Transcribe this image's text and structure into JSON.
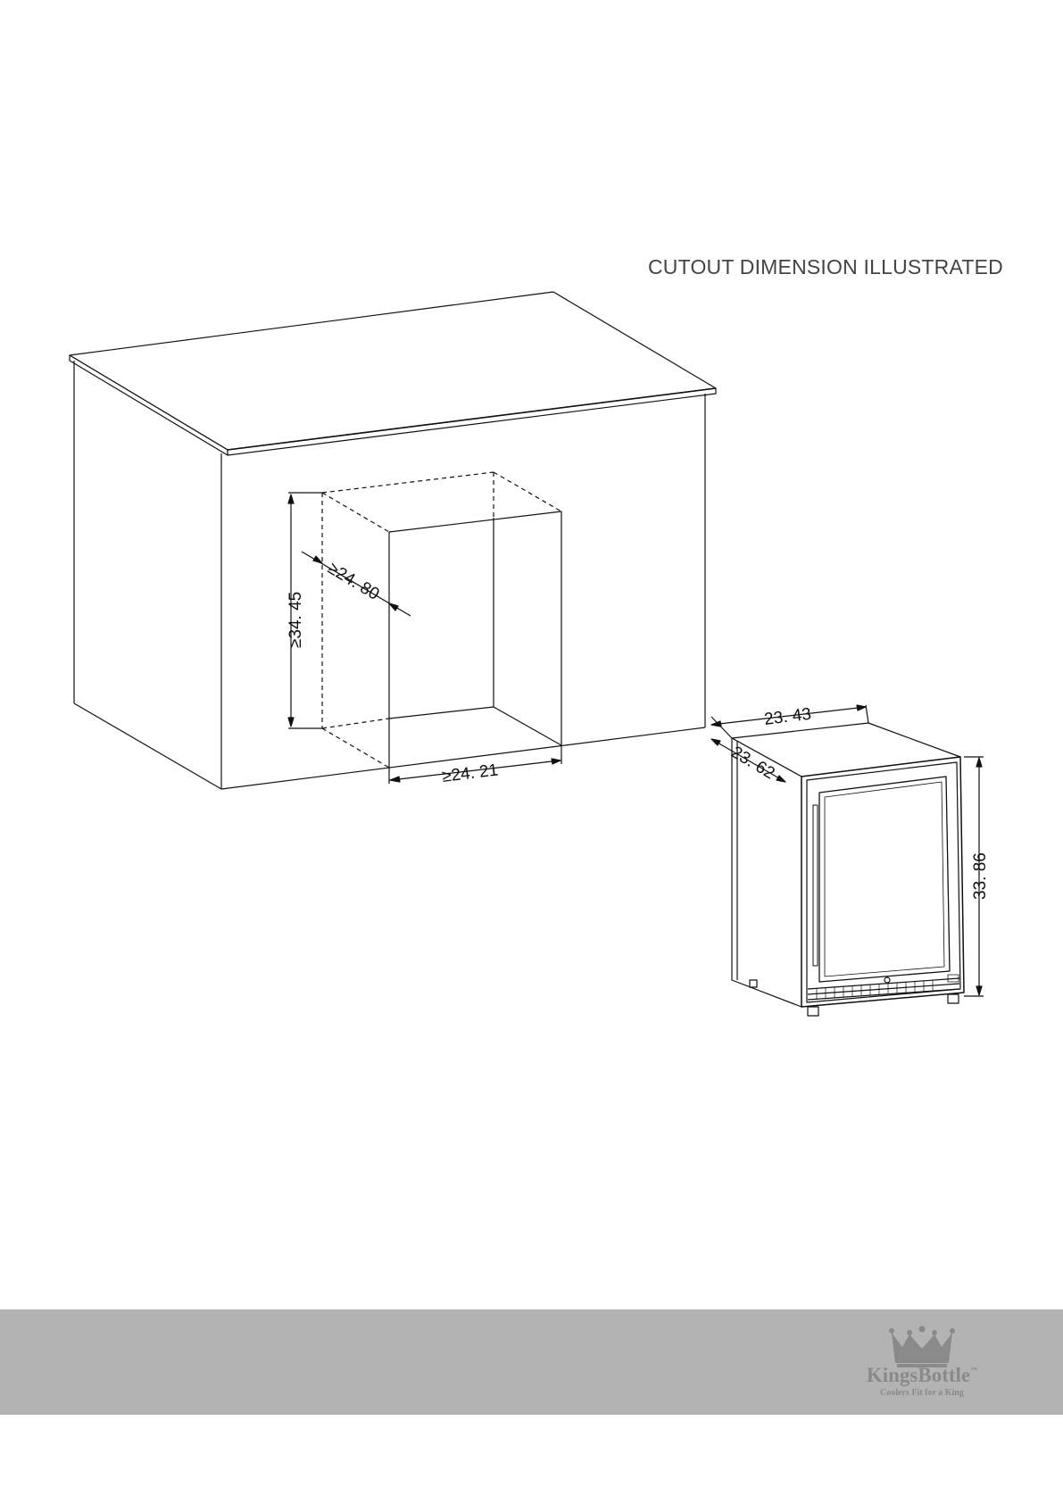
{
  "title": "CUTOUT DIMENSION ILLUSTRATED",
  "cutout": {
    "height_label": "≥34. 45",
    "depth_label": "≥24. 80",
    "width_label": "≥24. 21"
  },
  "appliance": {
    "width_label": "23. 43",
    "depth_label": "23. 62",
    "height_label": "33. 86"
  },
  "brand": {
    "name": "KingsBottle",
    "trademark": "™",
    "tagline": "Coolers Fit for a King"
  },
  "colors": {
    "line": "#111111",
    "footer_band": "#b3b3b3",
    "logo": "#8a8a8a",
    "title": "#444444"
  },
  "icons": {
    "logo": "crown-icon"
  }
}
